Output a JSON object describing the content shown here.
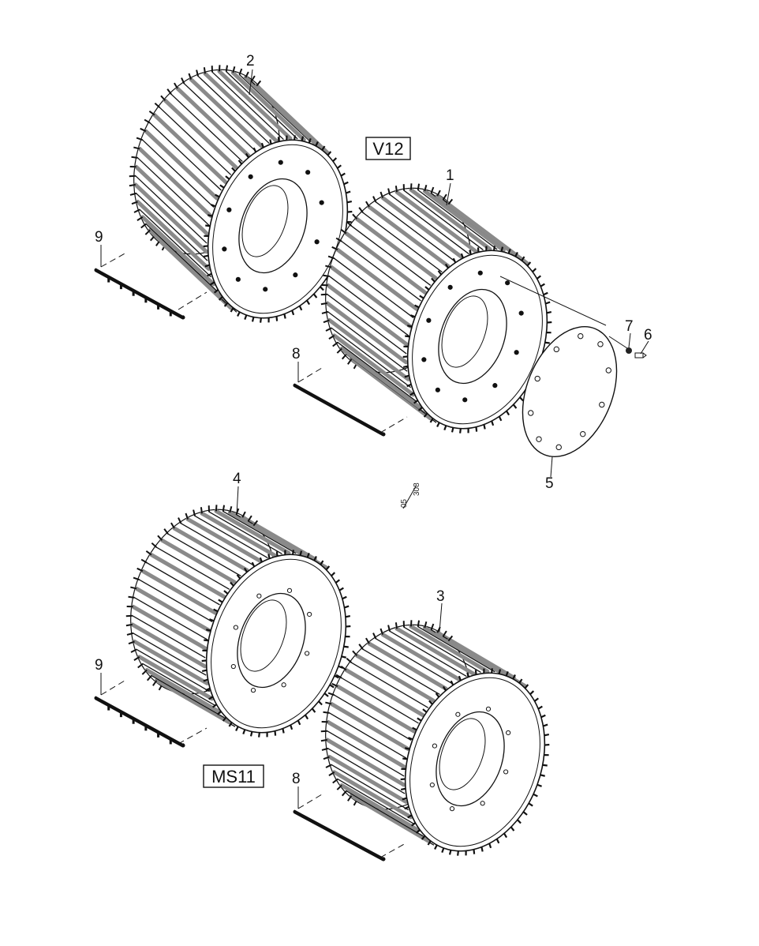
{
  "boxed_labels": {
    "upper": "V12",
    "lower": "MS11"
  },
  "drawing_code": {
    "numerator": "05",
    "denominator": "308"
  },
  "callouts": {
    "upper_left_roller": "2",
    "upper_right_roller": "1",
    "upper_left_bar": "9",
    "upper_right_bar": "8",
    "cover_plate": "5",
    "washer": "7",
    "bolt": "6",
    "lower_left_roller": "4",
    "lower_right_roller": "3",
    "lower_left_bar": "9",
    "lower_right_bar": "8"
  },
  "parts": [
    {
      "id": "upper_left_roller",
      "kind": "roller",
      "hub": "ring-holes"
    },
    {
      "id": "upper_right_roller",
      "kind": "roller",
      "hub": "ring-holes"
    },
    {
      "id": "lower_left_roller",
      "kind": "roller",
      "hub": "open"
    },
    {
      "id": "lower_right_roller",
      "kind": "roller",
      "hub": "open"
    },
    {
      "id": "cover_plate",
      "kind": "plate"
    },
    {
      "id": "upper_left_bar",
      "kind": "bar"
    },
    {
      "id": "upper_right_bar",
      "kind": "bar"
    },
    {
      "id": "lower_left_bar",
      "kind": "bar"
    },
    {
      "id": "lower_right_bar",
      "kind": "bar"
    }
  ],
  "colors": {
    "ink": "#111111",
    "paper": "#ffffff",
    "shade": "#8a8a8a"
  }
}
